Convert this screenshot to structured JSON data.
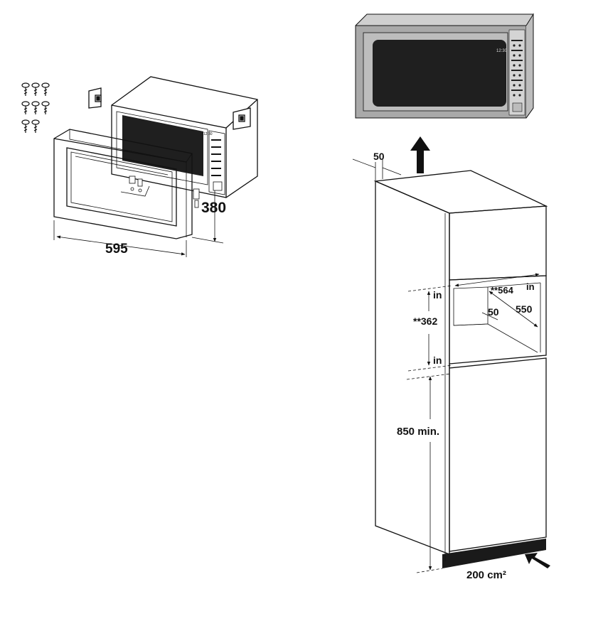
{
  "left_figure": {
    "width_label": "595",
    "depth_label": "380",
    "microwave_display": "12:30"
  },
  "right_figure": {
    "top_gap_label": "50",
    "niche_width_label": "**564",
    "niche_width_unit": "in",
    "niche_depth_label": "550",
    "inner_depth_label": "50",
    "niche_height_label": "**362",
    "niche_top_unit": "in",
    "niche_bottom_unit": "in",
    "floor_height_label": "850 min.",
    "vent_label": "200 cm²",
    "microwave_display": "12:30"
  },
  "colors": {
    "line": "#111111",
    "microwave_body": "#a9a9a9",
    "door_window": "#1f1f1f",
    "plinth": "#1a1a1a"
  }
}
